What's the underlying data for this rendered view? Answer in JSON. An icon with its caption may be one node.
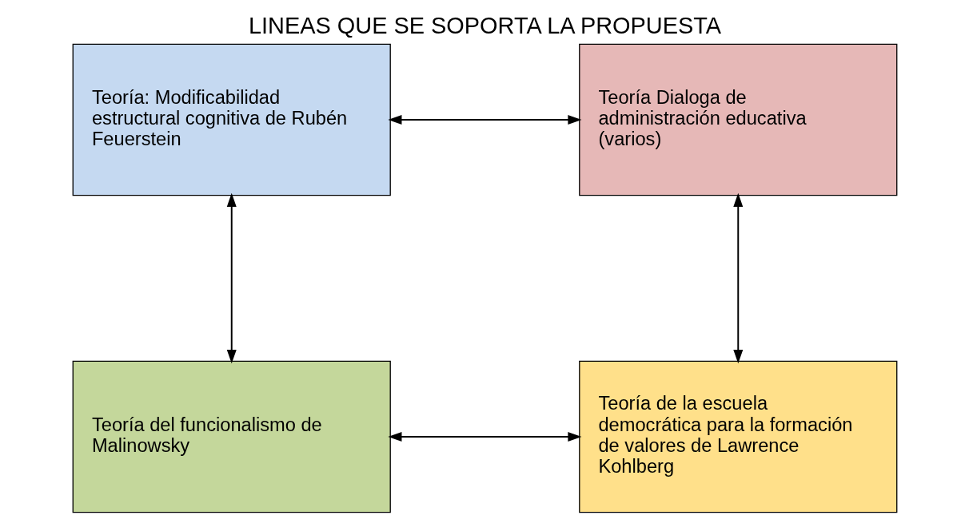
{
  "diagram": {
    "title": "LINEAS QUE SE SOPORTA LA PROPUESTA",
    "nodes": [
      {
        "text": [
          "Teoría: Modificabilidad estructural cognitiva de Rubén Feuerstein"
        ]
      },
      {
        "text": [
          "Teoría Dialoga de administración educativa (varios)"
        ]
      },
      {
        "text": [
          "Teoría del funcionalismo de Malinowsky"
        ]
      },
      {
        "text": [
          "Teoría de la escuela democrática para la formación de valores de Lawrence Kohlberg"
        ]
      }
    ],
    "edges": [
      {
        "from": 0,
        "to": 1,
        "arrow": "both"
      },
      {
        "from": 0,
        "to": 2,
        "arrow": "both"
      },
      {
        "from": 1,
        "to": 3,
        "arrow": "both"
      },
      {
        "from": 2,
        "to": 3,
        "arrow": "both"
      }
    ]
  }
}
